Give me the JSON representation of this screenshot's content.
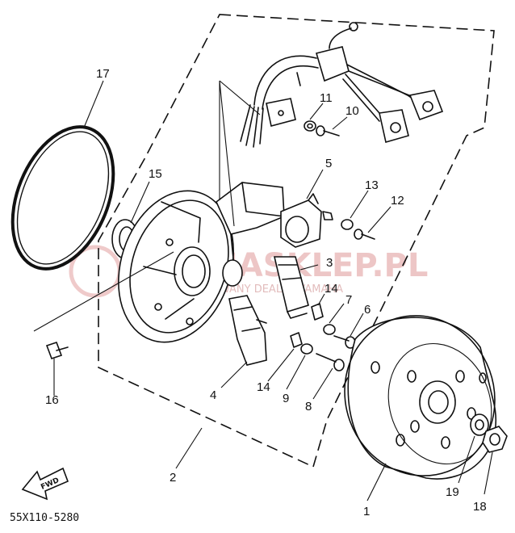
{
  "callouts": {
    "c1": "1",
    "c2": "2",
    "c3": "3",
    "c4": "4",
    "c5": "5",
    "c6": "6",
    "c7": "7",
    "c8": "8",
    "c9": "9",
    "c10": "10",
    "c11": "11",
    "c12": "12",
    "c13": "13",
    "c14a": "14",
    "c14b": "14",
    "c15": "15",
    "c16": "16",
    "c17": "17",
    "c18": "18",
    "c19": "19"
  },
  "diagram_code": "55X110-5280",
  "fwd_label": "FWD",
  "watermark": {
    "brand": "MASKLEP.PL",
    "tagline": "AUTORYZOWANY DEALER YAMAHA",
    "color": "#e8b4b4"
  },
  "colors": {
    "line": "#111111",
    "background": "#ffffff"
  }
}
